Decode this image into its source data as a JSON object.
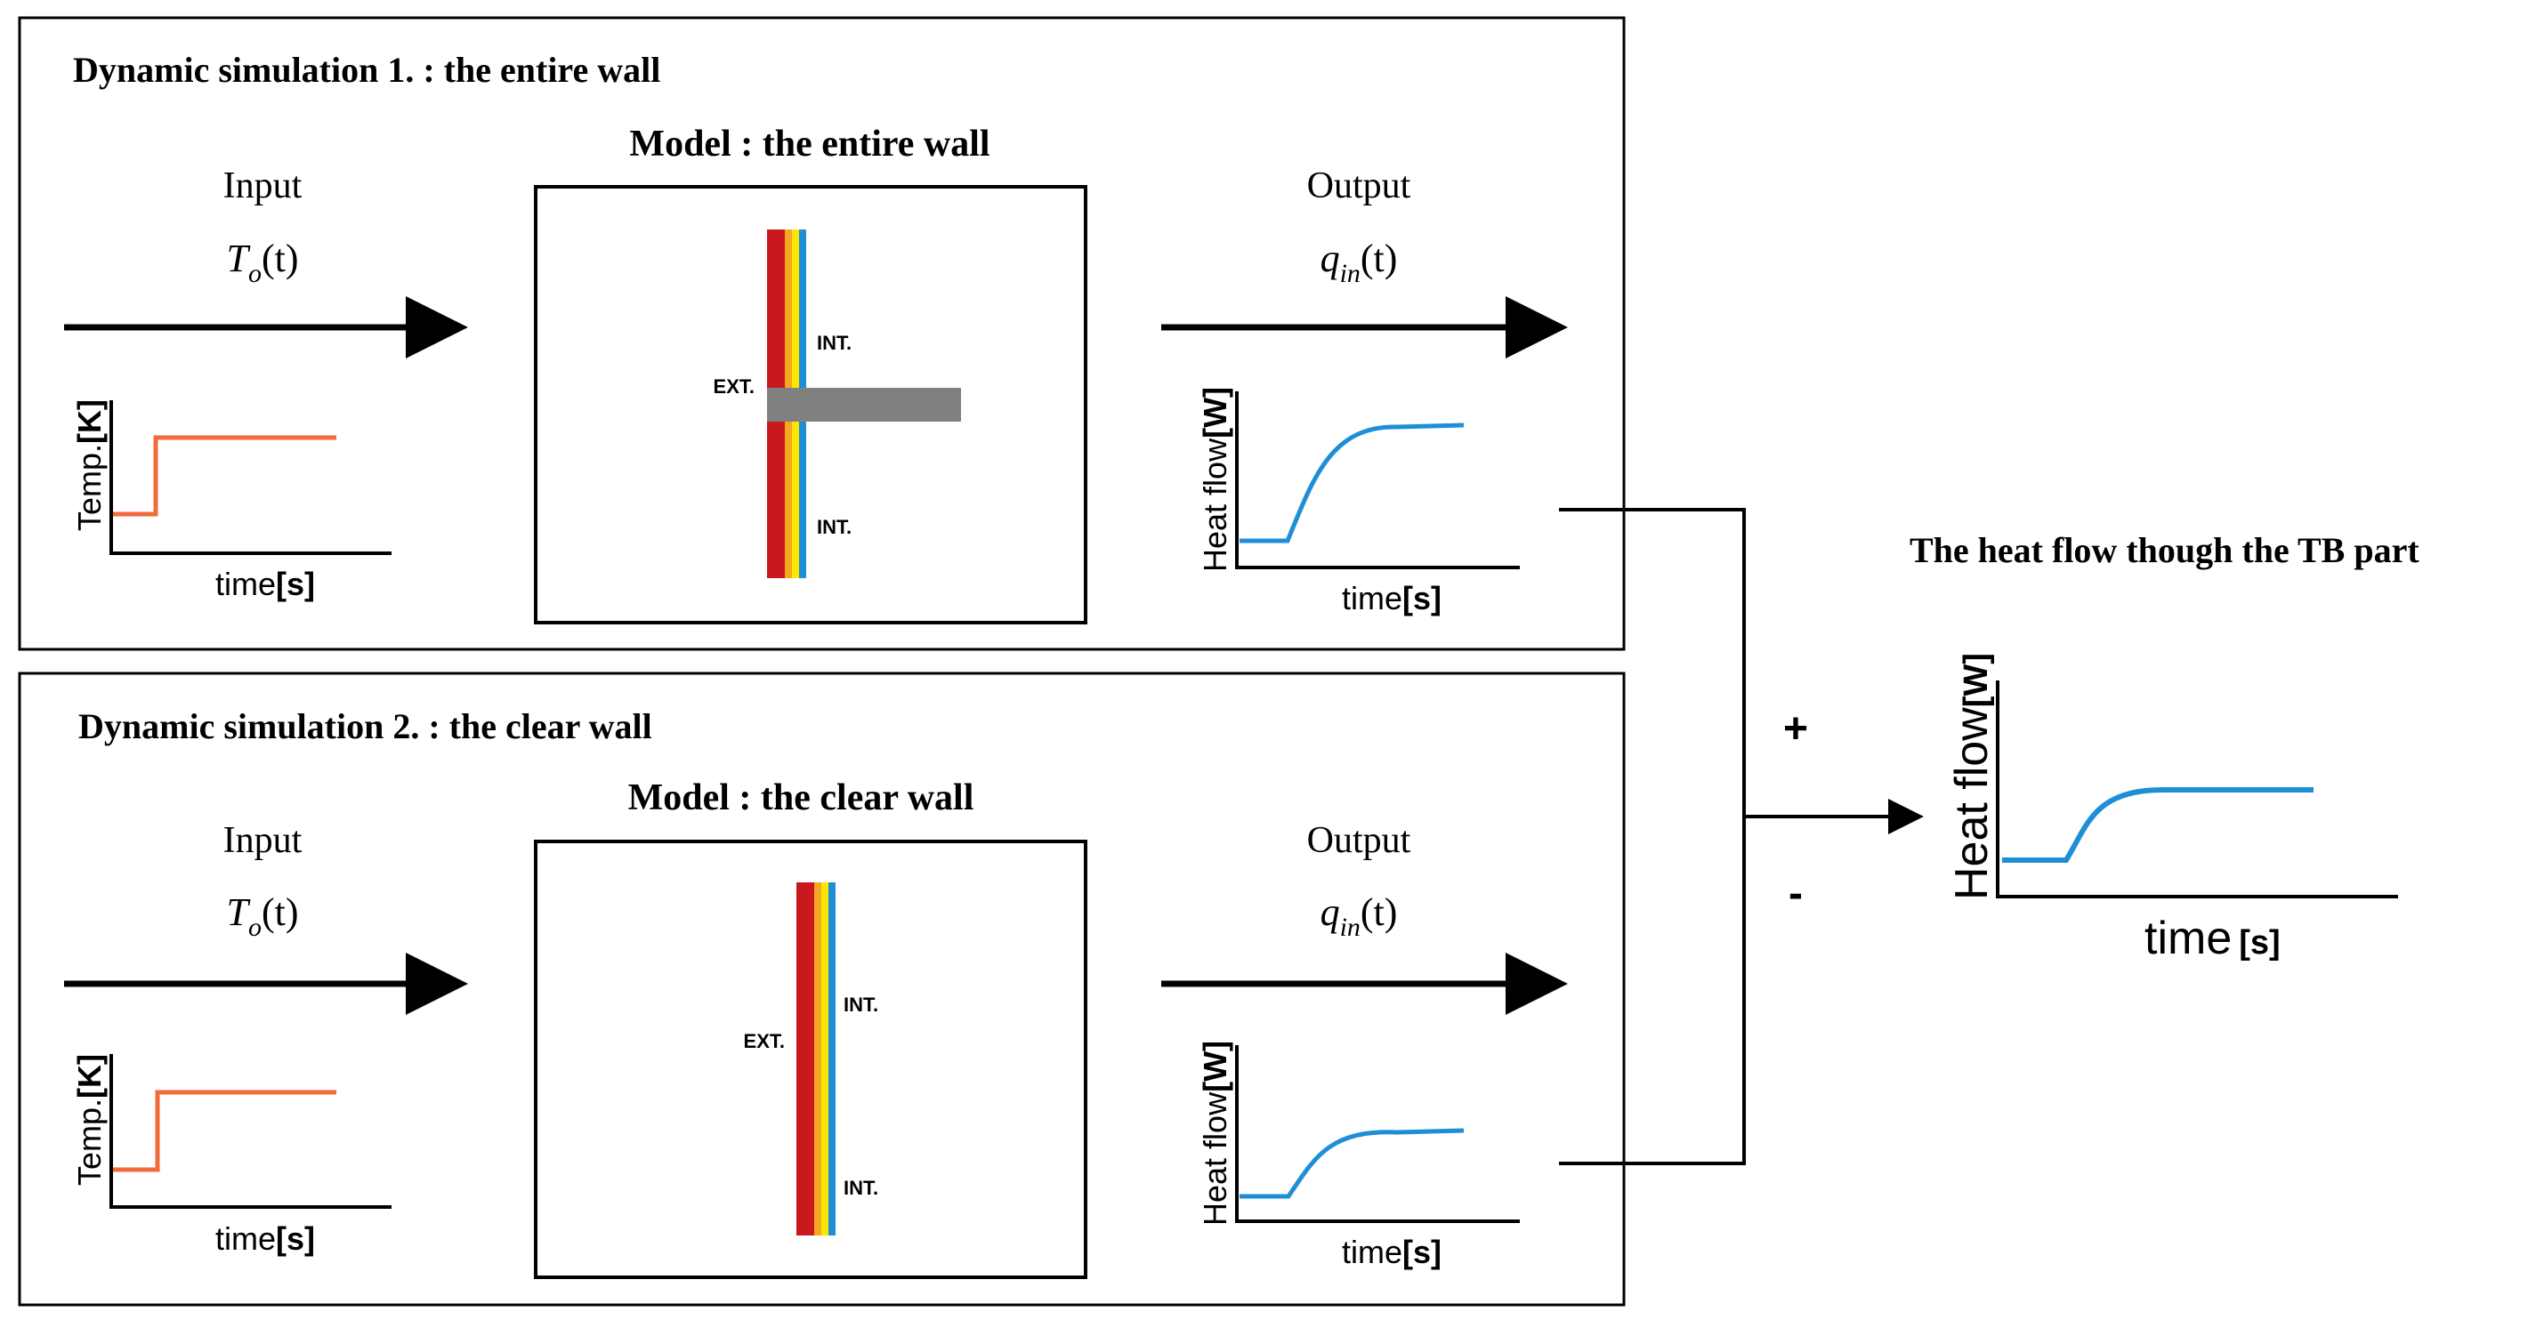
{
  "panel1": {
    "title": "Dynamic simulation 1. : the entire wall",
    "model_title": "Model : the entire wall",
    "input_label": "Input",
    "input_var": "T",
    "input_sub": "o",
    "input_arg": "(t)",
    "output_label": "Output",
    "output_var": "q",
    "output_sub": "in",
    "output_arg": "(t)",
    "wall": {
      "ext": "EXT.",
      "int_top": "INT.",
      "int_bottom": "INT.",
      "has_thermal_bridge": true
    },
    "input_graph": {
      "ylabel": "Temp.",
      "yunit": "[K]",
      "xlabel": "time",
      "xunit": "[s]"
    },
    "output_graph": {
      "ylabel": "Heat flow",
      "yunit": "[W]",
      "xlabel": "time",
      "xunit": "[s]"
    }
  },
  "panel2": {
    "title": "Dynamic simulation 2. : the clear wall",
    "model_title": "Model : the clear wall",
    "input_label": "Input",
    "input_var": "T",
    "input_sub": "o",
    "input_arg": "(t)",
    "output_label": "Output",
    "output_var": "q",
    "output_sub": "in",
    "output_arg": "(t)",
    "wall": {
      "ext": "EXT.",
      "int_top": "INT.",
      "int_bottom": "INT.",
      "has_thermal_bridge": false
    },
    "input_graph": {
      "ylabel": "Temp.",
      "yunit": "[K]",
      "xlabel": "time",
      "xunit": "[s]"
    },
    "output_graph": {
      "ylabel": "Heat flow",
      "yunit": "[W]",
      "xlabel": "time",
      "xunit": "[s]"
    }
  },
  "combine": {
    "plus": "+",
    "minus": "-"
  },
  "result": {
    "title": "The heat flow though the TB part",
    "graph": {
      "ylabel": "Heat flow",
      "yunit": "[W]",
      "xlabel": "time",
      "xunit": "[s]"
    }
  },
  "colors": {
    "step_curve": "#f26b3a",
    "response_curve": "#1e8fd6",
    "wall_layer_red": "#c9191e",
    "wall_layer_orange": "#f5a623",
    "wall_layer_yellow": "#ffe600",
    "wall_layer_blue": "#1e8fd6",
    "thermal_bridge": "#808080",
    "line": "#000000"
  }
}
